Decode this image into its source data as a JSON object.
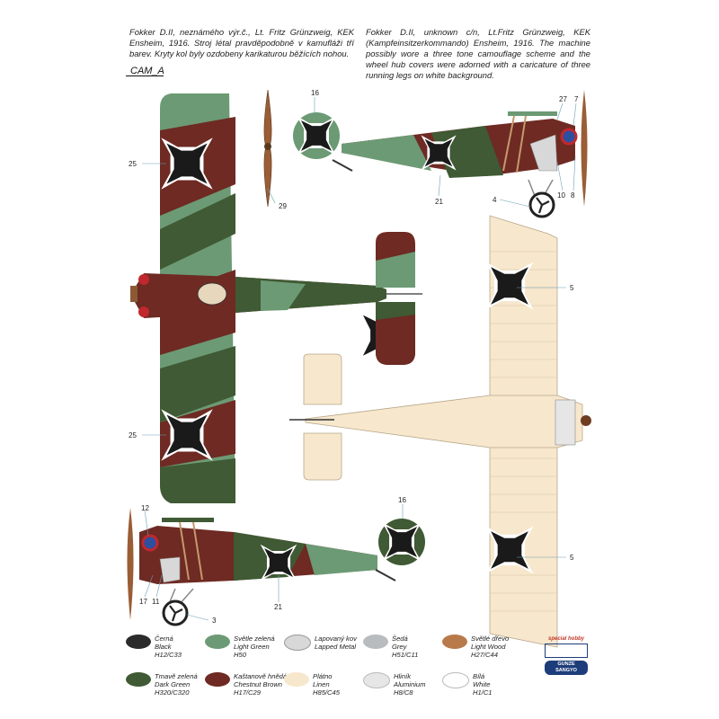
{
  "captions": {
    "czech": "Fokker D.II, neznámého výr.č., Lt. Fritz Grünzweig, KEK Ensheim, 1916. Stroj létal pravděpodobně v kamufláži tří barev. Kryty kol byly ozdobeny karikaturou běžících nohou.",
    "english": "Fokker D.II, unknown c/n, Lt.Fritz Grünzweig, KEK (Kampfeinsitzerkommando) Ensheim, 1916. The machine possibly wore a three tone camouflage scheme and the wheel hub covers were adorned with a caricature of three running legs on white background."
  },
  "camo_label": "CAM_A",
  "callouts": {
    "c16a": "16",
    "c27": "27",
    "c7": "7",
    "c25a": "25",
    "c29": "29",
    "c21a": "21",
    "c4": "4",
    "c10": "10",
    "c8": "8",
    "c5a": "5",
    "c25b": "25",
    "c16b": "16",
    "c12": "12",
    "c5b": "5",
    "c21b": "21",
    "c17": "17",
    "c11": "11",
    "c3": "3"
  },
  "colors": {
    "black": "#2b2b2b",
    "light_green": "#6c9a74",
    "lapped_metal": "#d8d8d8",
    "grey": "#b9bcbf",
    "light_wood": "#b87a4b",
    "dark_green": "#3f5a34",
    "chestnut_brown": "#6e2a23",
    "linen": "#f7e7cc",
    "aluminium": "#e6e6e6",
    "white": "#ffffff",
    "red": "#c0282d",
    "blue": "#2d4fa0"
  },
  "legend": [
    {
      "cz": "Černá",
      "en": "Black",
      "code": "H12/C33",
      "color": "#2b2b2b"
    },
    {
      "cz": "Světle zelená",
      "en": "Light Green",
      "code": "H50",
      "color": "#6c9a74"
    },
    {
      "cz": "Lapovaný kov",
      "en": "Lapped Metal",
      "code": "",
      "color": "#d8d8d8"
    },
    {
      "cz": "Šedá",
      "en": "Grey",
      "code": "H51/C11",
      "color": "#b9bcbf"
    },
    {
      "cz": "Světlé dřevo",
      "en": "Light Wood",
      "code": "H27/C44",
      "color": "#b87a4b"
    },
    {
      "cz": "Tmavě zelená",
      "en": "Dark Green",
      "code": "H320/C320",
      "color": "#3f5a34"
    },
    {
      "cz": "Kaštanově hnědá",
      "en": "Chestnut Brown",
      "code": "H17/C29",
      "color": "#6e2a23"
    },
    {
      "cz": "Plátno",
      "en": "Linen",
      "code": "H85/C45",
      "color": "#f7e7cc"
    },
    {
      "cz": "Hliník",
      "en": "Aluminium",
      "code": "H8/C8",
      "color": "#e6e6e6"
    },
    {
      "cz": "Bílá",
      "en": "White",
      "code": "H1/C1",
      "color": "#ffffff"
    }
  ],
  "brand": {
    "small": "special hobby",
    "gunze": "GUNZE SANGYO"
  }
}
